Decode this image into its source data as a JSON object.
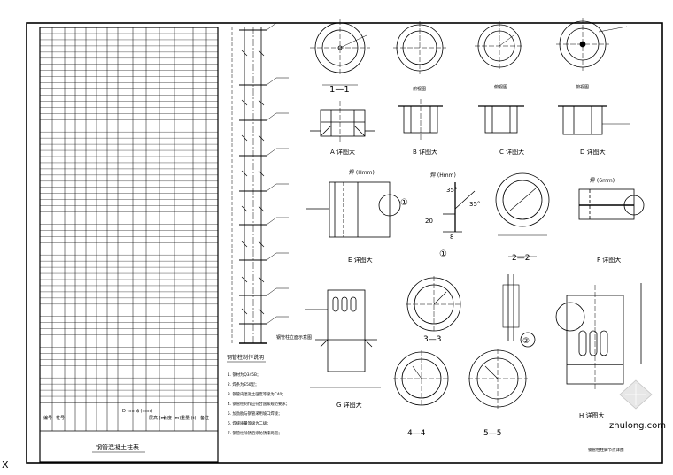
{
  "drawing": {
    "table_title": "钢管混凝土柱表",
    "table_headers": [
      "编号",
      "柱号",
      "D (mm)",
      "t (mm)",
      "层高 (m)",
      "长度 (m)",
      "重量 (t)",
      "备注"
    ],
    "notes_title": "钢管柱制作说明",
    "notes_lines": [
      "1. 钢材为Q345B；",
      "2. 焊条为E50型；",
      "3. 钢管内混凝土强度等级为C40；",
      "4. 钢管柱制作应符合国家规范要求；",
      "5. 加劲肋与钢管采用坡口焊接；",
      "6. 焊缝质量等级为二级；",
      "7. 钢管柱除锈后涂防锈漆两道；"
    ],
    "elev_label": "钢管柱立面示意图",
    "sections": {
      "s11": "1—1",
      "s22": "2—2",
      "s33": "3—3",
      "s44": "4—4",
      "s55": "5—5",
      "v1": "俯视图",
      "v2": "俯视图",
      "v3": "俯视图"
    },
    "details": {
      "a": "A 详图大",
      "b": "B 详图大",
      "c": "C 详图大",
      "d": "D 详图大",
      "e": "E 详图大",
      "f": "F 详图大",
      "g": "G 详图大",
      "h": "H 详图大"
    },
    "weld_label": "焊 (Hmm)",
    "weld_label2": "焊 (Hmm)",
    "weld_label3": "焊 (6mm)",
    "angle1": "35°",
    "angle2": "35°",
    "dim_20": "20",
    "dim_8": "8",
    "circ_1": "①",
    "circ_1b": "①",
    "circ_2": "②",
    "bottom_note": "钢管柱柱脚节点详图",
    "watermark": "zhulong.com"
  }
}
